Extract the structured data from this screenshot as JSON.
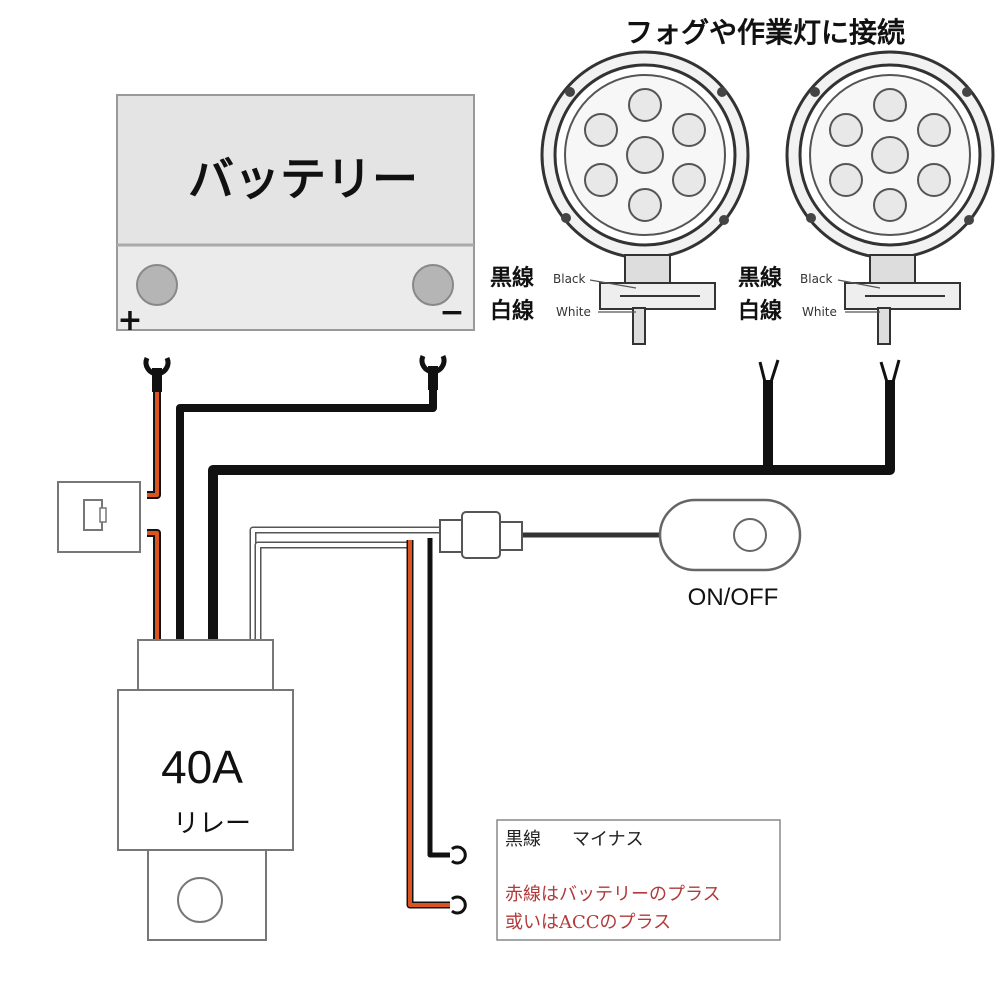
{
  "title": "フォグや作業灯に接続",
  "battery": {
    "label": "バッテリー",
    "plus": "+",
    "minus": "−"
  },
  "lights": [
    {
      "black_jp": "黒線",
      "black_en": "Black",
      "white_jp": "白線",
      "white_en": "White"
    },
    {
      "black_jp": "黒線",
      "black_en": "Black",
      "white_jp": "白線",
      "white_en": "White"
    }
  ],
  "switch": {
    "label": "ON/OFF"
  },
  "relay": {
    "rating": "40A",
    "name": "リレー"
  },
  "legend": {
    "line1_label": "黒線",
    "line1_desc": "マイナス",
    "line2": "赤線はバッテリーのプラス",
    "line3": "或いはACCのプラス"
  },
  "colors": {
    "black_wire": "#111111",
    "red_wire": "#d9541e",
    "white_wire": "#ffffff",
    "battery_fill": "#e6e6e6",
    "legend_red": "#b23a3a"
  }
}
